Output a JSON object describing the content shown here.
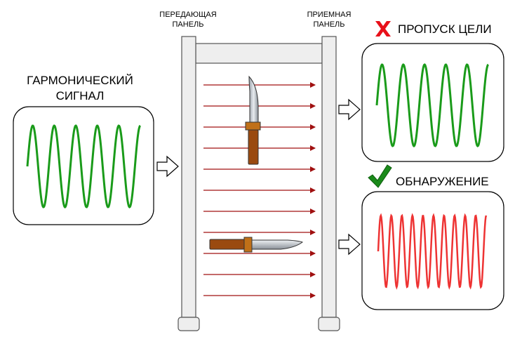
{
  "input_signal": {
    "title_line1": "ГАРМОНИЧЕСКИЙ",
    "title_line2": "СИГНАЛ",
    "color": "#1a9b1a"
  },
  "transmit_panel": {
    "line1": "ПЕРЕДАЮЩАЯ",
    "line2": "ПАНЕЛЬ"
  },
  "receive_panel": {
    "line1": "ПРИЕМНАЯ",
    "line2": "ПАНЕЛЬ"
  },
  "result_miss": {
    "label": "ПРОПУСК ЦЕЛИ",
    "icon": "red-x-icon",
    "color": "#1a9b1a"
  },
  "result_detect": {
    "label": "ОБНАРУЖЕНИЕ",
    "icon": "green-check-icon",
    "color": "#ee3333"
  },
  "colors": {
    "beam": "#a01010",
    "frame_fill": "#eeeeee",
    "frame_stroke": "#555555"
  }
}
